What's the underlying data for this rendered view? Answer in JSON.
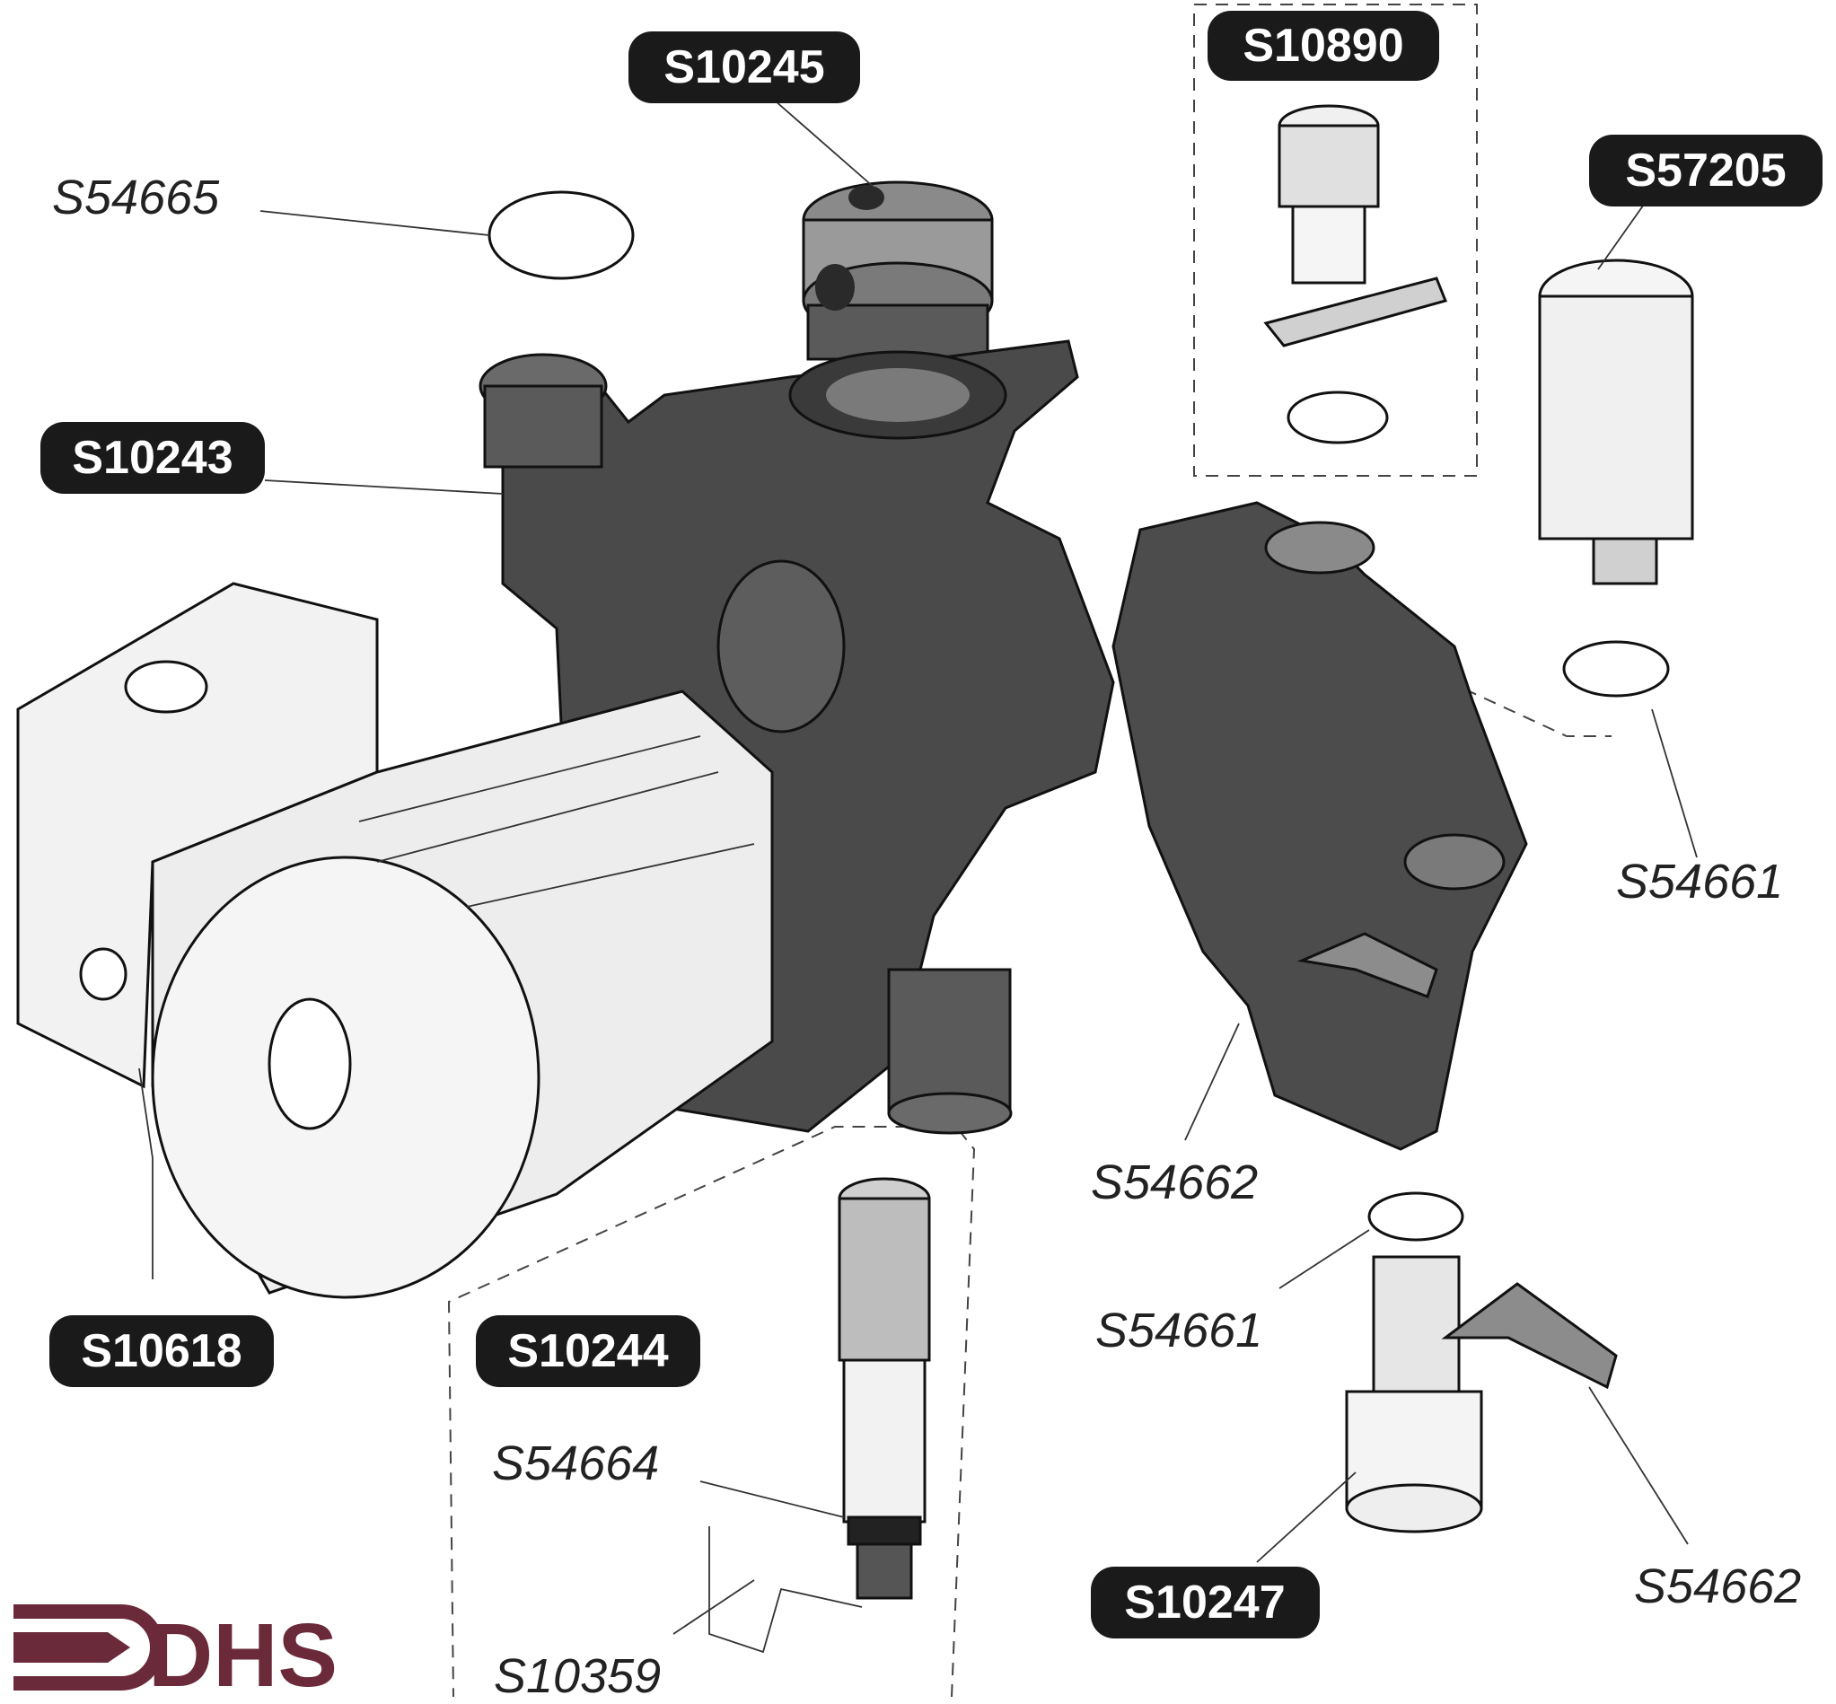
{
  "colors": {
    "pill_bg": "#1a1a1a",
    "pill_text": "#ffffff",
    "part_dark": "#4a4a4a",
    "part_mid": "#8a8a8a",
    "part_light": "#d9d9d9",
    "logo": "#6b2a3a"
  },
  "labels": {
    "S10245": "S10245",
    "S10890": "S10890",
    "S57205": "S57205",
    "S10243": "S10243",
    "S10618": "S10618",
    "S10244": "S10244",
    "S10247": "S10247",
    "S54665": "S54665",
    "S54661_top": "S54661",
    "S54662_mid": "S54662",
    "S54661_mid": "S54661",
    "S54664": "S54664",
    "S10359": "S10359",
    "S54662_bottom": "S54662"
  },
  "logo": {
    "text": "DHS"
  }
}
